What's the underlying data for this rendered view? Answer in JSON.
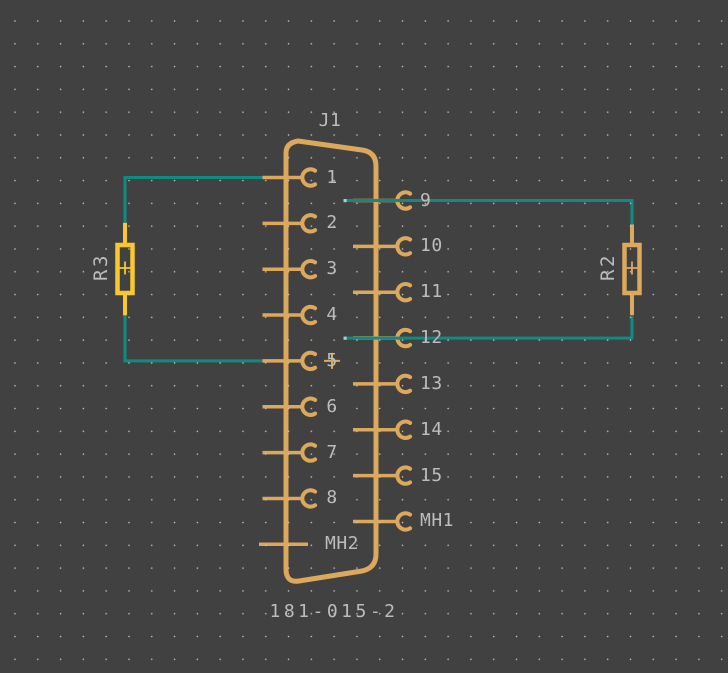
{
  "colors": {
    "background": "#414141",
    "grid_dot": "#c6c6c6",
    "symbol_outline": "#dca85c",
    "highlight": "#f9c72e",
    "wire": "#0e8c84",
    "wire_endpoint": "#8fd8d2",
    "text": "#bcbcbc"
  },
  "connector": {
    "reference": "J1",
    "value": "181-015-2",
    "left_pins": [
      "1",
      "2",
      "3",
      "4",
      "5",
      "6",
      "7",
      "8"
    ],
    "left_mount_pin": "MH2",
    "right_pins": [
      "9",
      "10",
      "11",
      "12",
      "13",
      "14",
      "15"
    ],
    "right_mount_pin": "MH1"
  },
  "resistors": {
    "left": {
      "reference": "R3",
      "highlighted": true
    },
    "right": {
      "reference": "R2",
      "highlighted": false
    }
  }
}
